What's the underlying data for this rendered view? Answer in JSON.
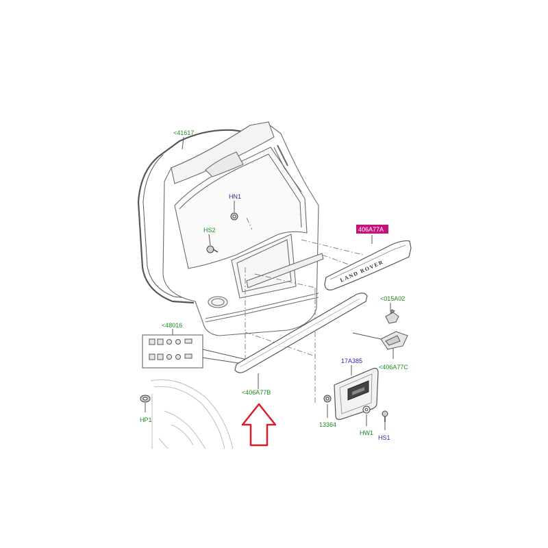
{
  "colors": {
    "line": "#6b6b6b",
    "green_label": "#1e8a1e",
    "blue_label": "#2a2aa0",
    "highlight_bg": "#c4147a",
    "highlight_text": "#ffffff",
    "arrow": "#e0192a"
  },
  "icons": {
    "up_arrow": "up-arrow-outline-icon",
    "bolt": "bolt-icon",
    "clip": "clip-icon"
  },
  "badge_text": "LAND ROVER",
  "callouts": {
    "c41617": "<41617",
    "hn1": "HN1",
    "hs2": "HS2",
    "c406a77a": "406A77A",
    "c015a02": "<015A02",
    "c48016": "<48016",
    "c406a77c": "<406A77C",
    "c17a385": "17A385",
    "c406a77b": "<406A77B",
    "hp1": "HP1",
    "c13364": "13364",
    "hw1": "HW1",
    "hs1": "HS1"
  }
}
